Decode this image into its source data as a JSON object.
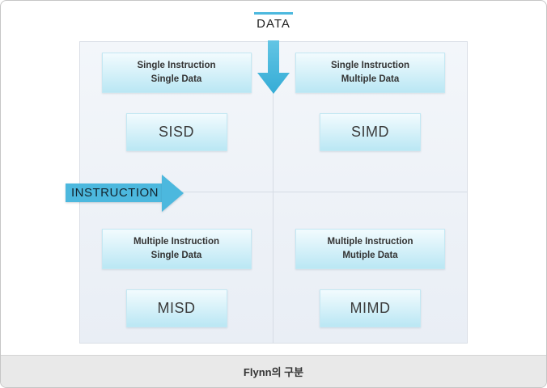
{
  "diagram": {
    "data_axis_label": "DATA",
    "instruction_axis_label": "INSTRUCTION",
    "quadrants": [
      {
        "label_line1": "Single Instruction",
        "label_line2": "Single Data",
        "acronym": "SISD"
      },
      {
        "label_line1": "Single Instruction",
        "label_line2": "Multiple Data",
        "acronym": "SIMD"
      },
      {
        "label_line1": "Multiple Instruction",
        "label_line2": "Single Data",
        "acronym": "MISD"
      },
      {
        "label_line1": "Multiple Instruction",
        "label_line2": "Mutiple Data",
        "acronym": "MIMD"
      }
    ],
    "caption": "Flynn의 구분",
    "colors": {
      "arrow": "#4cb8de",
      "box_gradient_top": "#f2fbfe",
      "box_gradient_bottom": "#bae7f4",
      "quadrant_bg": "#edf1f7",
      "caption_bg": "#e9e9e9"
    }
  }
}
